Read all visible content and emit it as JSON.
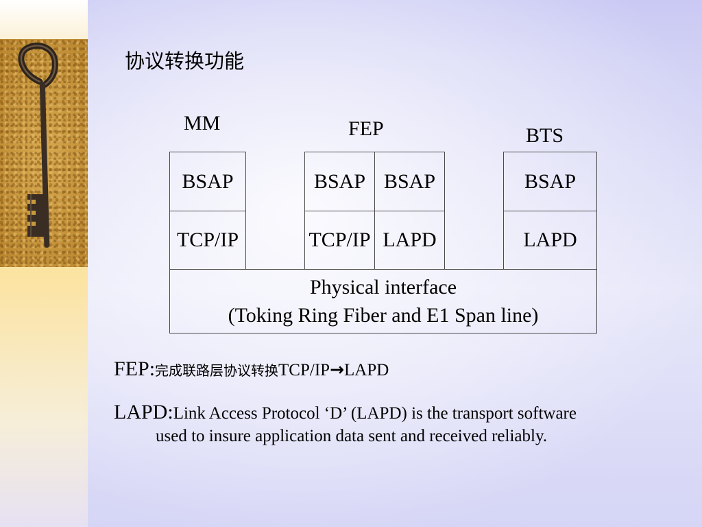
{
  "slide": {
    "title": "协议转换功能",
    "diagram": {
      "nodes": {
        "mm": "MM",
        "fep": "FEP",
        "bts": "BTS"
      },
      "cells": {
        "mm_top": "BSAP",
        "mm_bottom": "TCP/IP",
        "fep_left_top": "BSAP",
        "fep_right_top": "BSAP",
        "fep_left_bottom": "TCP/IP",
        "fep_right_bottom": "LAPD",
        "bts_top": "BSAP",
        "bts_bottom": "LAPD"
      },
      "physical_line1": "Physical interface",
      "physical_line2": "(Toking Ring Fiber and E1 Span line)"
    },
    "notes": {
      "fep_term": "FEP:",
      "fep_desc": "完成联路层协议转换",
      "fep_from": "TCP/IP",
      "fep_arrow": "→",
      "fep_to": "LAPD",
      "lapd_term": "LAPD:",
      "lapd_desc_line1": "Link Access Protocol ‘D’ (LAPD) is the transport software",
      "lapd_desc_line2": "used to insure application data sent and received reliably."
    }
  }
}
